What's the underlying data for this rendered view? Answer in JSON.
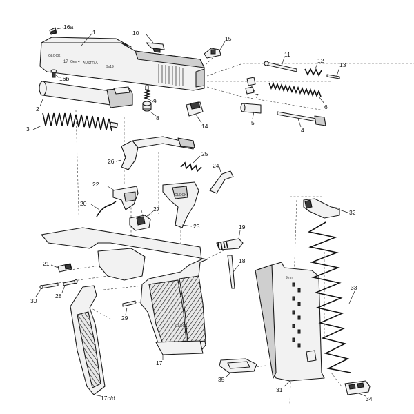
{
  "diagram": {
    "slide_text": {
      "model": "17",
      "generation": "Gen 4",
      "origin": "AUSTRIA",
      "caliber": "9x19",
      "brand": "GLOCK"
    },
    "magazine_text": "9mm",
    "grip_logo": "GLOCK",
    "frame_logo": "GLOCK",
    "parts": [
      {
        "id": "16a",
        "label": "16a"
      },
      {
        "id": "1",
        "label": "1"
      },
      {
        "id": "10",
        "label": "10"
      },
      {
        "id": "15",
        "label": "15"
      },
      {
        "id": "16b",
        "label": "16b"
      },
      {
        "id": "11",
        "label": "11"
      },
      {
        "id": "12",
        "label": "12"
      },
      {
        "id": "13",
        "label": "13"
      },
      {
        "id": "2",
        "label": "2"
      },
      {
        "id": "9",
        "label": "9"
      },
      {
        "id": "7",
        "label": "7"
      },
      {
        "id": "6",
        "label": "6"
      },
      {
        "id": "8",
        "label": "8"
      },
      {
        "id": "3",
        "label": "3"
      },
      {
        "id": "14",
        "label": "14"
      },
      {
        "id": "5",
        "label": "5"
      },
      {
        "id": "4",
        "label": "4"
      },
      {
        "id": "25",
        "label": "25"
      },
      {
        "id": "26",
        "label": "26"
      },
      {
        "id": "24",
        "label": "24"
      },
      {
        "id": "22",
        "label": "22"
      },
      {
        "id": "32",
        "label": "32"
      },
      {
        "id": "20",
        "label": "20"
      },
      {
        "id": "27",
        "label": "27"
      },
      {
        "id": "23",
        "label": "23"
      },
      {
        "id": "19",
        "label": "19"
      },
      {
        "id": "21",
        "label": "21"
      },
      {
        "id": "18",
        "label": "18"
      },
      {
        "id": "33",
        "label": "33"
      },
      {
        "id": "30",
        "label": "30"
      },
      {
        "id": "28",
        "label": "28"
      },
      {
        "id": "29",
        "label": "29"
      },
      {
        "id": "17",
        "label": "17"
      },
      {
        "id": "35",
        "label": "35"
      },
      {
        "id": "31",
        "label": "31"
      },
      {
        "id": "17cd",
        "label": "17c/d"
      },
      {
        "id": "34",
        "label": "34"
      }
    ]
  }
}
